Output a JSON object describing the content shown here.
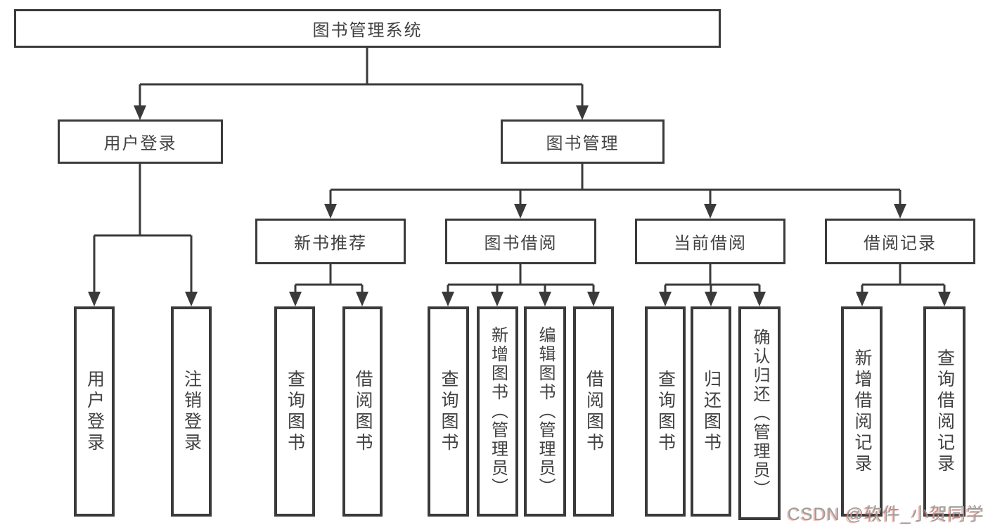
{
  "tree": {
    "label": "图书管理系统",
    "children": [
      {
        "label": "用户登录",
        "children": [
          {
            "label": "用户登录"
          },
          {
            "label": "注销登录"
          }
        ]
      },
      {
        "label": "图书管理",
        "children": [
          {
            "label": "新书推荐",
            "children": [
              {
                "label": "查询图书"
              },
              {
                "label": "借阅图书"
              }
            ]
          },
          {
            "label": "图书借阅",
            "children": [
              {
                "label": "查询图书"
              },
              {
                "label": "新增图书（管理员）"
              },
              {
                "label": "编辑图书（管理员）"
              },
              {
                "label": "借阅图书"
              }
            ]
          },
          {
            "label": "当前借阅",
            "children": [
              {
                "label": "查询图书"
              },
              {
                "label": "归还图书"
              },
              {
                "label": "确认归还（管理员）"
              }
            ]
          },
          {
            "label": "借阅记录",
            "children": [
              {
                "label": "新增借阅记录"
              },
              {
                "label": "查询借阅记录"
              }
            ]
          }
        ]
      }
    ]
  },
  "watermark": "CSDN @软件_小贺同学",
  "colors": {
    "line": "#3a3a3a",
    "text": "#414141",
    "box_background": "#ffffff",
    "watermark": "#9c9c9c",
    "watermark_accent": "#e85a46"
  }
}
